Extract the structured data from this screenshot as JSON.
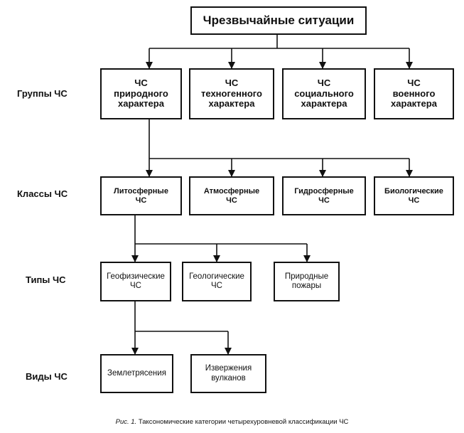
{
  "title": "Чрезвычайные ситуации",
  "rows": {
    "groups": {
      "label": "Группы ЧС",
      "items": [
        "ЧС\nприродного\nхарактера",
        "ЧС\nтехногенного\nхарактера",
        "ЧС\nсоциального\nхарактера",
        "ЧС\nвоенного\nхарактера"
      ]
    },
    "classes": {
      "label": "Классы ЧС",
      "items": [
        "Литосферные\nЧС",
        "Атмосферные\nЧС",
        "Гидросферные\nЧС",
        "Биологические\nЧС"
      ]
    },
    "types": {
      "label": "Типы ЧС",
      "items": [
        "Геофизические\nЧС",
        "Геологические\nЧС",
        "Природные\nпожары"
      ]
    },
    "kinds": {
      "label": "Виды ЧС",
      "items": [
        "Землетрясения",
        "Извержения\nвулканов"
      ]
    }
  },
  "caption": {
    "figure": "Рис. 1.",
    "text": "Таксономические категории четырехуровневой классификации ЧС"
  }
}
